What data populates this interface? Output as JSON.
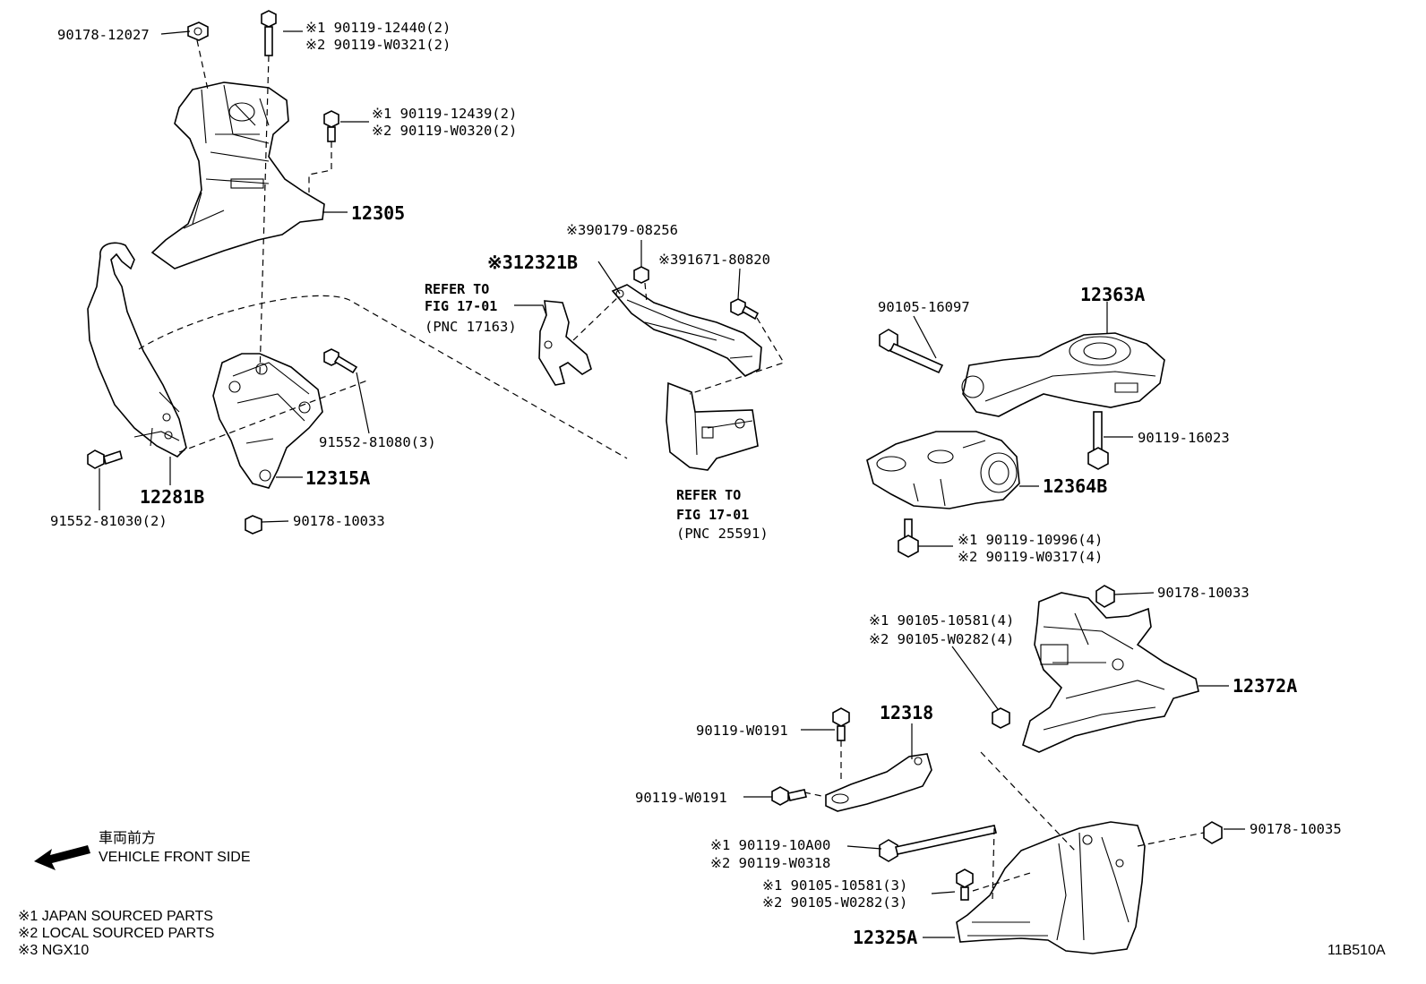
{
  "illustration_code": "11B510A",
  "legend": {
    "vehicle_front_jp": "車両前方",
    "vehicle_front_en": "VEHICLE FRONT SIDE",
    "note1": "※1 JAPAN SOURCED PARTS",
    "note2": "※2 LOCAL SOURCED PARTS",
    "note3": "※3 NGX10"
  },
  "parts": {
    "p90178_12027": "90178-12027",
    "p90119_12440": "※1 90119-12440(2)",
    "p90119_w0321": "※2 90119-W0321(2)",
    "p90119_12439": "※1 90119-12439(2)",
    "p90119_w0320": "※2 90119-W0320(2)",
    "p12305": "12305",
    "p90179_08256": "※390179-08256",
    "p12321b": "※312321B",
    "p91671_80820": "※391671-80820",
    "p90105_16097": "90105-16097",
    "p12363a": "12363A",
    "p90119_16023": "90119-16023",
    "p12364b": "12364B",
    "p90119_10996": "※1 90119-10996(4)",
    "p90119_w0317": "※2 90119-W0317(4)",
    "p91552_81080": "91552-81080(3)",
    "p12315a": "12315A",
    "p12281b": "12281B",
    "p91552_81030": "91552-81030(2)",
    "p90178_10033_a": "90178-10033",
    "p90178_10033_b": "90178-10033",
    "p90105_10581_4": "※1 90105-10581(4)",
    "p90105_w0282_4": "※2 90105-W0282(4)",
    "p12372a": "12372A",
    "p12318": "12318",
    "p90119_w0191_a": "90119-W0191",
    "p90119_w0191_b": "90119-W0191",
    "p90119_10a00": "※1 90119-10A00",
    "p90119_w0318": "※2 90119-W0318",
    "p90105_10581_3": "※1 90105-10581(3)",
    "p90105_w0282_3": "※2 90105-W0282(3)",
    "p12325a": "12325A",
    "p90178_10035": "90178-10035"
  },
  "refer_notes": {
    "refer1_line1": "REFER TO",
    "refer1_line2": "FIG 17-01",
    "refer1_line3": "(PNC 17163)",
    "refer2_line1": "REFER TO",
    "refer2_line2": "FIG 17-01",
    "refer2_line3": "(PNC 25591)"
  }
}
